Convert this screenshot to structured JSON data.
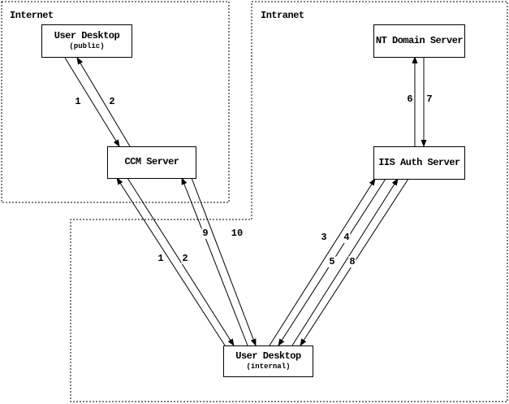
{
  "zones": {
    "internet": {
      "label": "Internet"
    },
    "intranet": {
      "label": "Intranet"
    }
  },
  "nodes": {
    "user_desktop_public": {
      "title": "User Desktop",
      "subtitle": "(public)"
    },
    "ccm_server": {
      "title": "CCM Server",
      "subtitle": ""
    },
    "nt_domain_server": {
      "title": "NT Domain Server",
      "subtitle": ""
    },
    "iis_auth_server": {
      "title": "IIS Auth Server",
      "subtitle": ""
    },
    "user_desktop_internal": {
      "title": "User Desktop",
      "subtitle": "(internal)"
    }
  },
  "flow_labels": {
    "f1_top": "1",
    "f2_top": "2",
    "f9": "9",
    "f10": "10",
    "f1_mid": "1",
    "f2_mid": "2",
    "f3": "3",
    "f4": "4",
    "f5": "5",
    "f8": "8",
    "f6": "6",
    "f7": "7"
  },
  "edges": [
    {
      "label": "1",
      "from": "User Desktop (public)",
      "to": "CCM Server"
    },
    {
      "label": "2",
      "from": "CCM Server",
      "to": "User Desktop (public)"
    },
    {
      "label": "1",
      "from": "User Desktop (internal)",
      "to": "CCM Server"
    },
    {
      "label": "2",
      "from": "CCM Server",
      "to": "User Desktop (internal)"
    },
    {
      "label": "9",
      "from": "User Desktop (internal)",
      "to": "CCM Server"
    },
    {
      "label": "10",
      "from": "CCM Server",
      "to": "User Desktop (internal)"
    },
    {
      "label": "3",
      "from": "User Desktop (internal)",
      "to": "IIS Auth Server"
    },
    {
      "label": "4",
      "from": "IIS Auth Server",
      "to": "User Desktop (internal)"
    },
    {
      "label": "5",
      "from": "User Desktop (internal)",
      "to": "IIS Auth Server"
    },
    {
      "label": "8",
      "from": "IIS Auth Server",
      "to": "User Desktop (internal)"
    },
    {
      "label": "6",
      "from": "IIS Auth Server",
      "to": "NT Domain Server"
    },
    {
      "label": "7",
      "from": "NT Domain Server",
      "to": "IIS Auth Server"
    }
  ],
  "colors": {
    "line": "#000000",
    "background": "#ffffff"
  }
}
